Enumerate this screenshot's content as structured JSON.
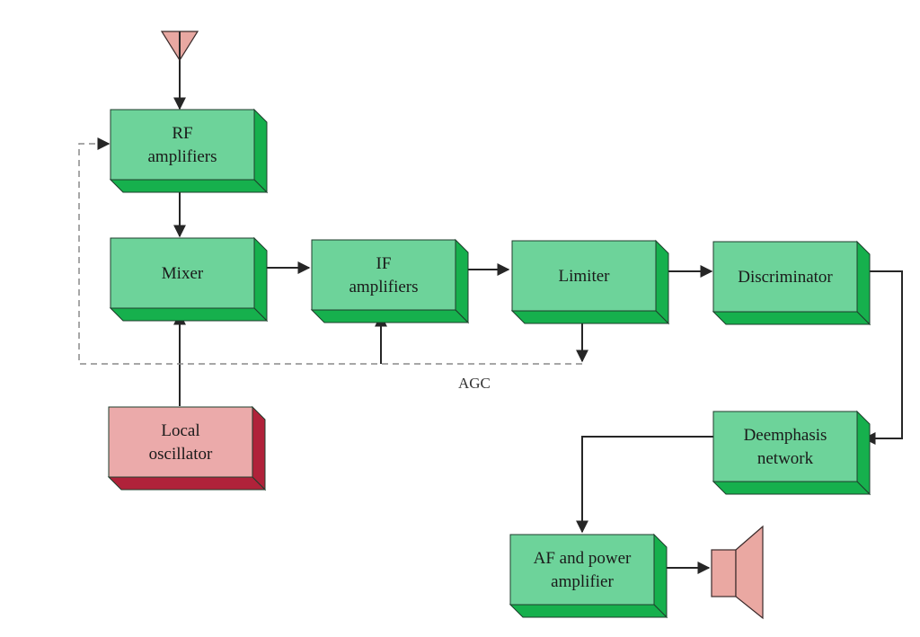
{
  "colors": {
    "block_face": "#6dd39a",
    "block_side": "#16b04d",
    "block_edge": "#1f3d2c",
    "oscillator_face": "#ebaaaa",
    "oscillator_side": "#b0223a",
    "antenna": "#e8a8a2",
    "speaker": "#eaa8a2",
    "wire": "#262626",
    "agc_wire": "#8a8a8a"
  },
  "icons": {
    "antenna": "antenna-icon",
    "speaker": "speaker-icon"
  },
  "blocks": {
    "rf": [
      "RF",
      "amplifiers"
    ],
    "mixer": [
      "Mixer"
    ],
    "if": [
      "IF",
      "amplifiers"
    ],
    "limiter": [
      "Limiter"
    ],
    "discriminator": [
      "Discriminator"
    ],
    "oscillator": [
      "Local",
      "oscillator"
    ],
    "deemphasis": [
      "Deemphasis",
      "network"
    ],
    "af": [
      "AF and power",
      "amplifier"
    ]
  },
  "agc_label": "AGC"
}
